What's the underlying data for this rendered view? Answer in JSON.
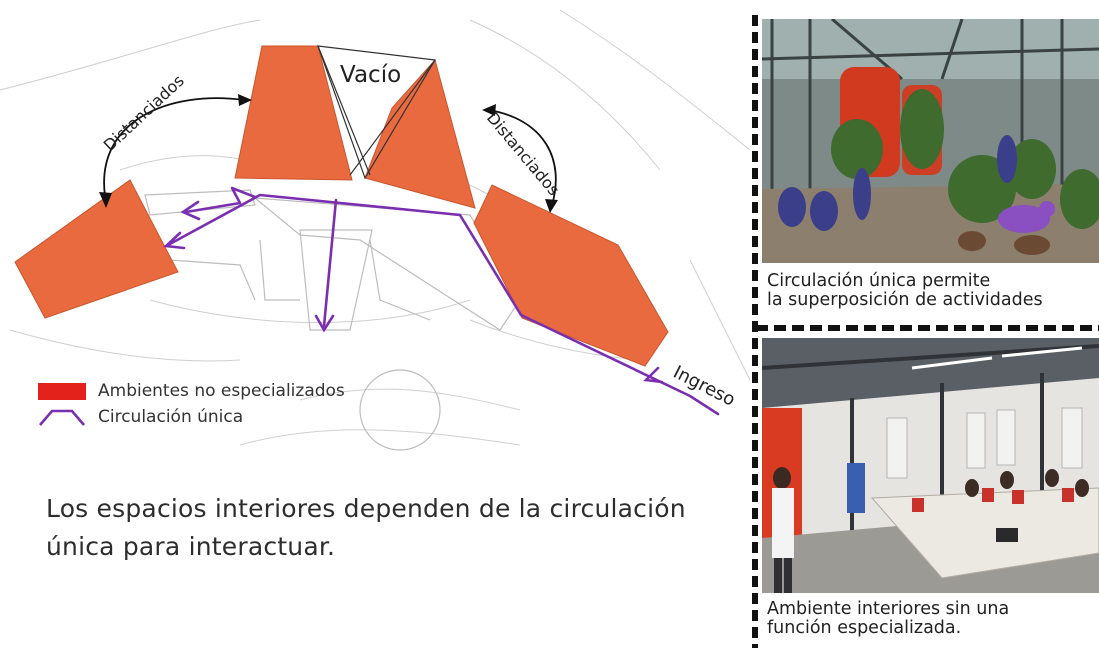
{
  "plan": {
    "label_vacio": "Vacío",
    "label_distanciados_left": "Distanciados",
    "label_distanciados_right": "Distanciados",
    "label_ingreso": "Ingreso",
    "colors": {
      "ambiente": "#e96a3f",
      "circulacion": "#7a2fb0",
      "legend_red": "#e3221b"
    }
  },
  "legend": {
    "ambientes_label": "Ambientes no especializados",
    "circulacion_label": "Circulación única"
  },
  "caption": {
    "line1": "Los espacios interiores dependen de la circulación",
    "line2": "única para interactuar."
  },
  "photos": {
    "top_caption_line1": "Circulación única permite",
    "top_caption_line2": "la superposición de actividades",
    "bottom_caption_line1": "Ambiente interiores sin una",
    "bottom_caption_line2": "función especializada."
  }
}
